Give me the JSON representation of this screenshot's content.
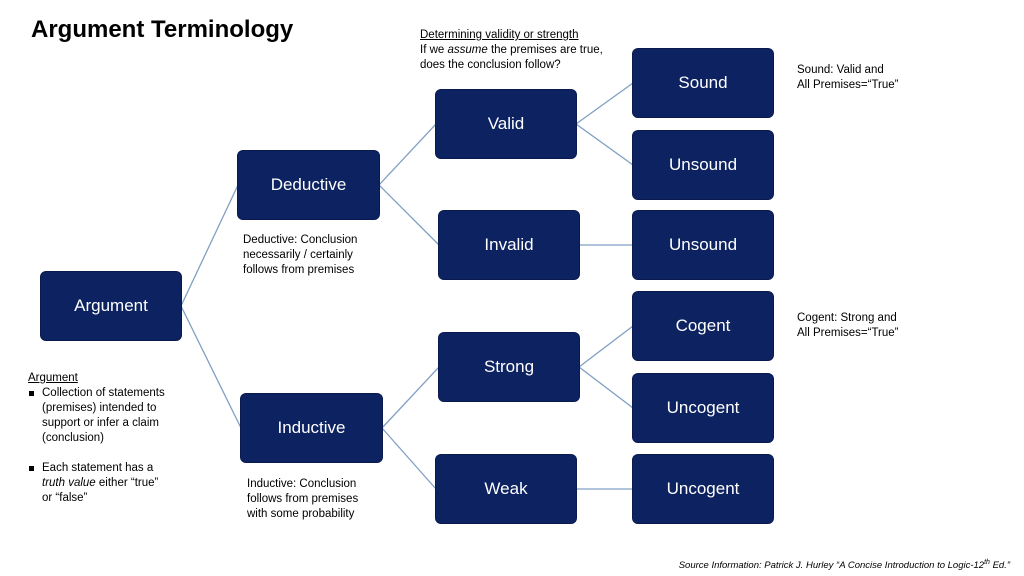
{
  "title": "Argument Terminology",
  "nodes": {
    "argument": "Argument",
    "deductive": "Deductive",
    "inductive": "Inductive",
    "valid": "Valid",
    "invalid": "Invalid",
    "strong": "Strong",
    "weak": "Weak",
    "sound": "Sound",
    "unsound_valid": "Unsound",
    "unsound_invalid": "Unsound",
    "cogent": "Cogent",
    "uncogent_strong": "Uncogent",
    "uncogent_weak": "Uncogent"
  },
  "notes": {
    "validity": {
      "heading": "Determining validity or strength",
      "line2_pre": "If we ",
      "line2_em": "assume",
      "line2_post": " the premises are true,",
      "line3": "does the conclusion follow?"
    },
    "sound": {
      "line1": "Sound:  Valid and",
      "line2": "All Premises=“True”"
    },
    "cogent": {
      "line1": "Cogent: Strong and",
      "line2": "All Premises=“True”"
    },
    "deductive": {
      "line1": "Deductive: Conclusion",
      "line2": "necessarily / certainly",
      "line3": "follows from premises"
    },
    "inductive": {
      "line1": "Inductive: Conclusion",
      "line2": "follows from premises",
      "line3": "with some probability"
    },
    "argument": {
      "heading": "Argument",
      "b1_l1": "Collection of statements",
      "b1_l2": "(premises) intended to",
      "b1_l3": "support or infer a claim",
      "b1_l4": "(conclusion)",
      "b2_l1": "Each statement has a",
      "b2_l2_em": "truth value",
      "b2_l2_post": " either “true”",
      "b2_l3": "or “false”"
    }
  },
  "source": {
    "pre": "Source Information:  Patrick J. Hurley “A Concise Introduction to Logic-12",
    "sup": "th",
    "post": " Ed.”"
  },
  "colors": {
    "node_fill": "#0d2260",
    "node_text": "#ffffff",
    "edge": "#7f9fc4"
  }
}
